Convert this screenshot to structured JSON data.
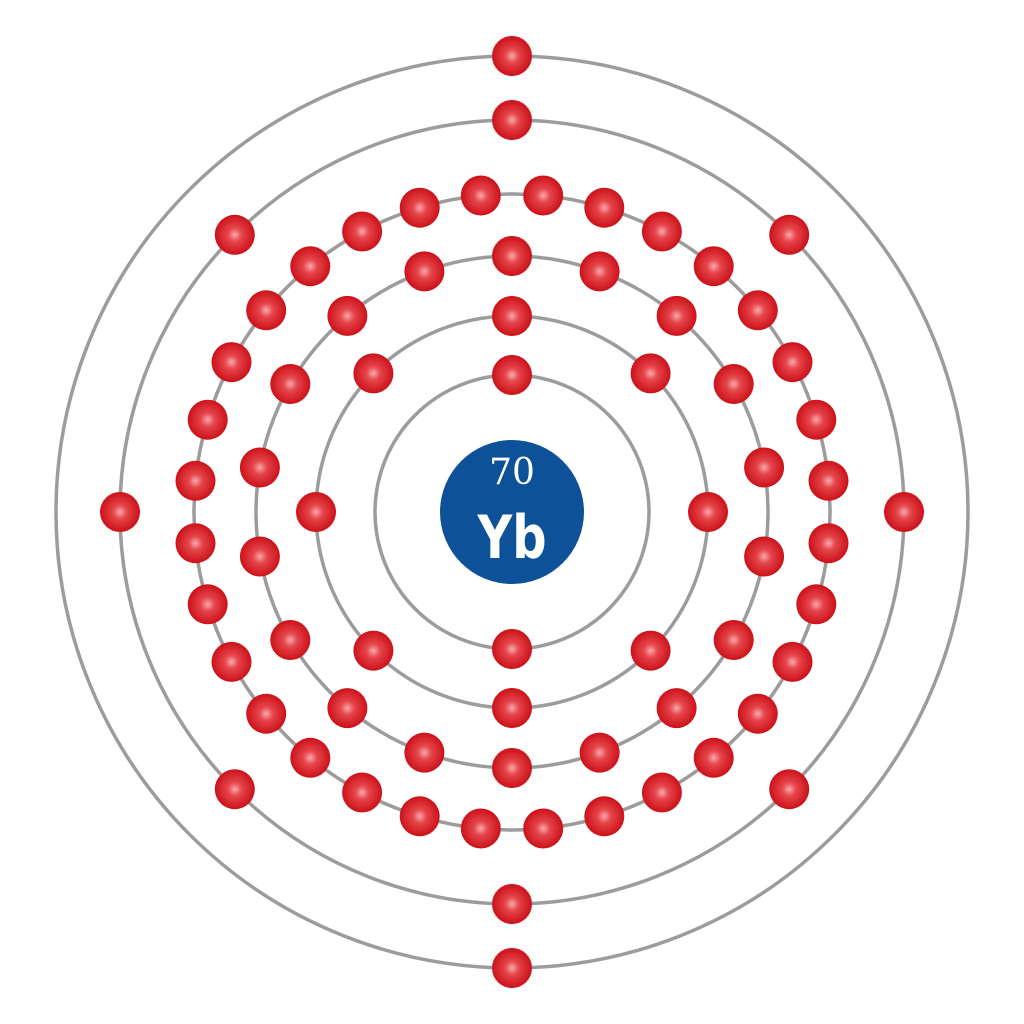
{
  "element": {
    "atomic_number": "70",
    "symbol": "Yb"
  },
  "shells": [
    {
      "electrons": 2
    },
    {
      "electrons": 8
    },
    {
      "electrons": 18
    },
    {
      "electrons": 32
    },
    {
      "electrons": 8
    },
    {
      "electrons": 2
    }
  ],
  "colors": {
    "nucleus": "#0d5299",
    "electron": "#d8161e",
    "shell": "#9c9c9c",
    "text": "#ffffff"
  }
}
